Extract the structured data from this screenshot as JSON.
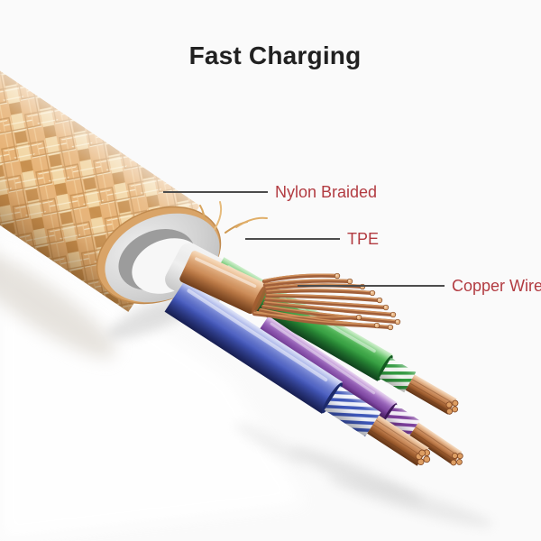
{
  "page": {
    "background_color": "#fafafa"
  },
  "title": {
    "text": "Fast Charging",
    "color": "#212121"
  },
  "callouts": [
    {
      "id": "nylon-braided",
      "label": "Nylon Braided"
    },
    {
      "id": "tpe",
      "label": "TPE"
    },
    {
      "id": "copper-wire",
      "label": "Copper Wire"
    }
  ],
  "callout_style": {
    "label_color": "#b23b41",
    "line_color": "#4c4c4c"
  },
  "illustration": {
    "name": "usb-cable-cutaway",
    "layers": [
      {
        "name": "nylon-braid",
        "color": "#eec48e"
      },
      {
        "name": "tpe-jacket",
        "color": "#d2d2d2"
      },
      {
        "name": "inner-sheath",
        "color": "#f7f7f7"
      },
      {
        "name": "copper-shield",
        "color": "#c98a57"
      },
      {
        "name": "copper-strands",
        "color": "#a2603a"
      },
      {
        "name": "green-wire",
        "color": "#2f9e3c"
      },
      {
        "name": "purple-wire",
        "color": "#7d3f9c"
      },
      {
        "name": "blue-wire",
        "color": "#3f58bb"
      }
    ]
  }
}
